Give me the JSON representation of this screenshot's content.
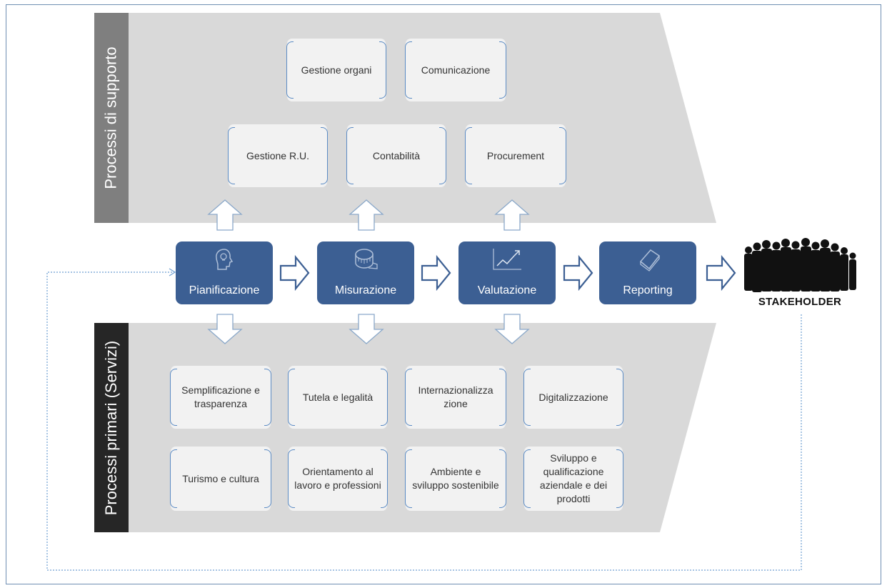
{
  "sections": {
    "support_label": "Processi di supporto",
    "primary_label": "Processi primari (Servizi)"
  },
  "support_processes": [
    "Gestione organi",
    "Comunicazione",
    "Gestione R.U.",
    "Contabilità",
    "Procurement"
  ],
  "stages": [
    {
      "label": "Pianificazione",
      "icon": "lightbulb-head-icon"
    },
    {
      "label": "Misurazione",
      "icon": "tape-measure-icon"
    },
    {
      "label": "Valutazione",
      "icon": "line-chart-icon"
    },
    {
      "label": "Reporting",
      "icon": "report-book-icon"
    }
  ],
  "stakeholder": {
    "label": "STAKEHOLDER",
    "icon": "crowd-silhouette-icon"
  },
  "primary_processes": [
    "Semplificazione e trasparenza",
    "Tutela e legalità",
    "Internazionalizza zione",
    "Digitalizzazione",
    "Turismo e cultura",
    "Orientamento al lavoro e professioni",
    "Ambiente e sviluppo sostenibile",
    "Sviluppo e qualificazione aziendale e dei prodotti"
  ],
  "colors": {
    "stage_fill": "#3c5f93",
    "panel_fill": "#d9d9d9",
    "support_label_bg": "#7f7f7f",
    "primary_label_bg": "#262626",
    "bracket": "#5b8bc4"
  }
}
